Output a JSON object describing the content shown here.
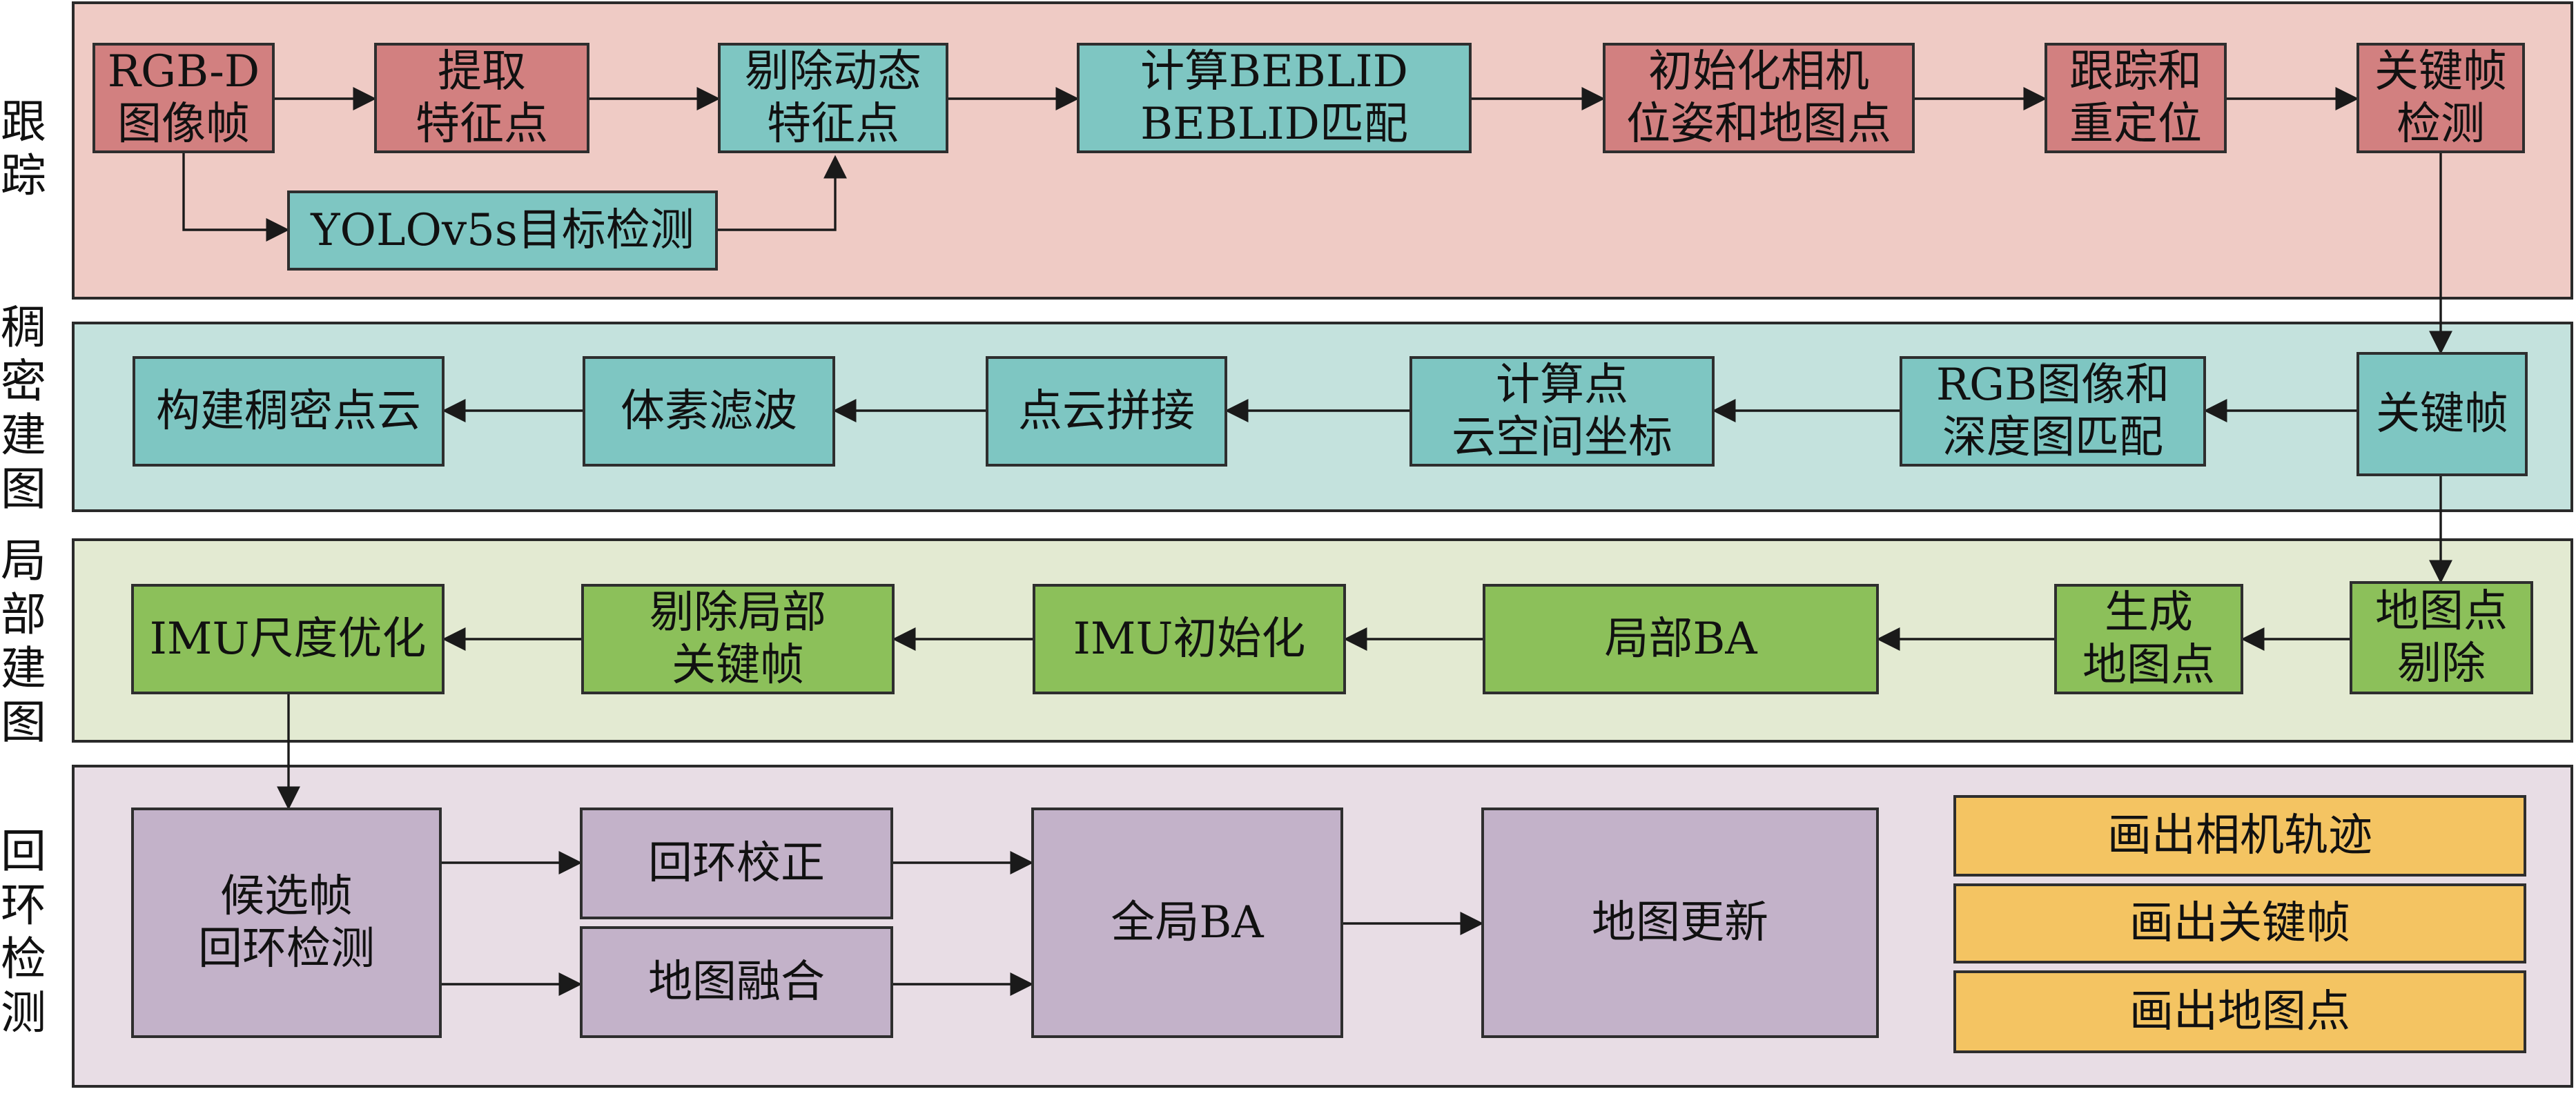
{
  "lanes": [
    {
      "id": "tracking",
      "label": [
        "跟",
        "踪"
      ],
      "color": "#efcbc5"
    },
    {
      "id": "dense",
      "label": [
        "稠",
        "密",
        "建",
        "图"
      ],
      "color": "#c4e2dd"
    },
    {
      "id": "local",
      "label": [
        "局",
        "部",
        "建",
        "图"
      ],
      "color": "#e3ead2"
    },
    {
      "id": "loop",
      "label": [
        "回",
        "环",
        "检",
        "测"
      ],
      "color": "#e8dde5"
    }
  ],
  "nodes": {
    "rgbd_frame": "RGB-D\n图像帧",
    "extract_features": "提取\n特征点",
    "remove_dynamic": "剔除动态\n特征点",
    "yolo_detect": "YOLOv5s目标检测",
    "beblid": "计算BEBLID\nBEBLID匹配",
    "init_pose": "初始化相机\n位姿和地图点",
    "track_reloc": "跟踪和\n重定位",
    "keyframe_detect": "关键帧\n检测",
    "keyframe": "关键帧",
    "rgb_depth_match": "RGB图像和\n深度图匹配",
    "compute_point": "计算点\n云空间坐标",
    "cloud_stitch": "点云拼接",
    "voxel_filter": "体素滤波",
    "dense_cloud": "构建稠密点云",
    "mappoint_cull": "地图点\n剔除",
    "gen_mappoints": "生成\n地图点",
    "local_ba": "局部BA",
    "imu_init": "IMU初始化",
    "cull_keyframes": "剔除局部\n关键帧",
    "imu_scale": "IMU尺度优化",
    "candidate_loop": "候选帧\n回环检测",
    "loop_correct": "回环校正",
    "map_merge": "地图融合",
    "global_ba": "全局BA",
    "map_update": "地图更新",
    "draw_trajectory": "画出相机轨迹",
    "draw_keyframes": "画出关键帧",
    "draw_mappoints": "画出地图点"
  },
  "colors": {
    "red": "#d28080",
    "teal": "#7ec6c2",
    "green": "#8cc05a",
    "purple": "#c3b2c9",
    "yellow": "#f4c462",
    "line": "#1a1a1a"
  }
}
